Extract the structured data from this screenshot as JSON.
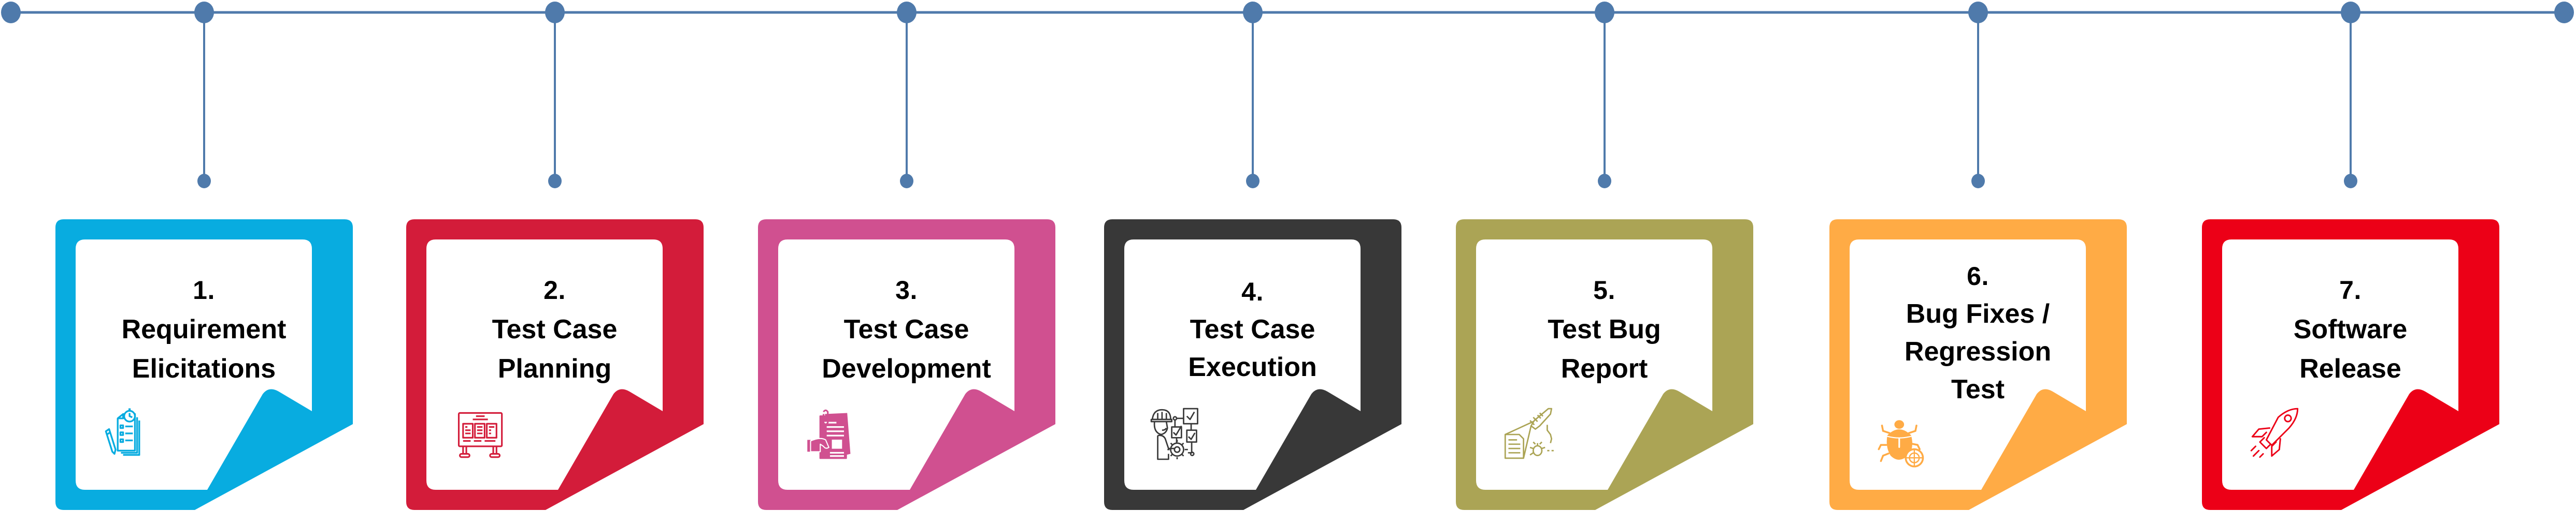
{
  "diagram": {
    "title": "Software Testing Life Cycle",
    "timeline_color": "#4F7AAB",
    "steps": [
      {
        "number": "1.",
        "lines": [
          "Requirement",
          "Elicitations"
        ],
        "color": "#08ACE0",
        "icon": "requirements-checklist-icon"
      },
      {
        "number": "2.",
        "lines": [
          "Test Case",
          "Planning"
        ],
        "color": "#D31C3A",
        "icon": "planning-board-icon"
      },
      {
        "number": "3.",
        "lines": [
          "Test Case",
          "Development"
        ],
        "color": "#D05090",
        "icon": "document-development-icon"
      },
      {
        "number": "4.",
        "lines": [
          "Test Case",
          "Execution"
        ],
        "color": "#383838",
        "icon": "engineer-workflow-icon"
      },
      {
        "number": "5.",
        "lines": [
          "Test Bug",
          "Report"
        ],
        "color": "#ABA455",
        "icon": "bug-scan-report-icon"
      },
      {
        "number": "6.",
        "lines": [
          "Bug Fixes /",
          "Regression",
          "Test"
        ],
        "color": "#FFAB45",
        "icon": "bug-target-icon"
      },
      {
        "number": "7.",
        "lines": [
          "Software",
          "Release"
        ],
        "color": "#EC0017",
        "icon": "rocket-icon"
      }
    ]
  }
}
